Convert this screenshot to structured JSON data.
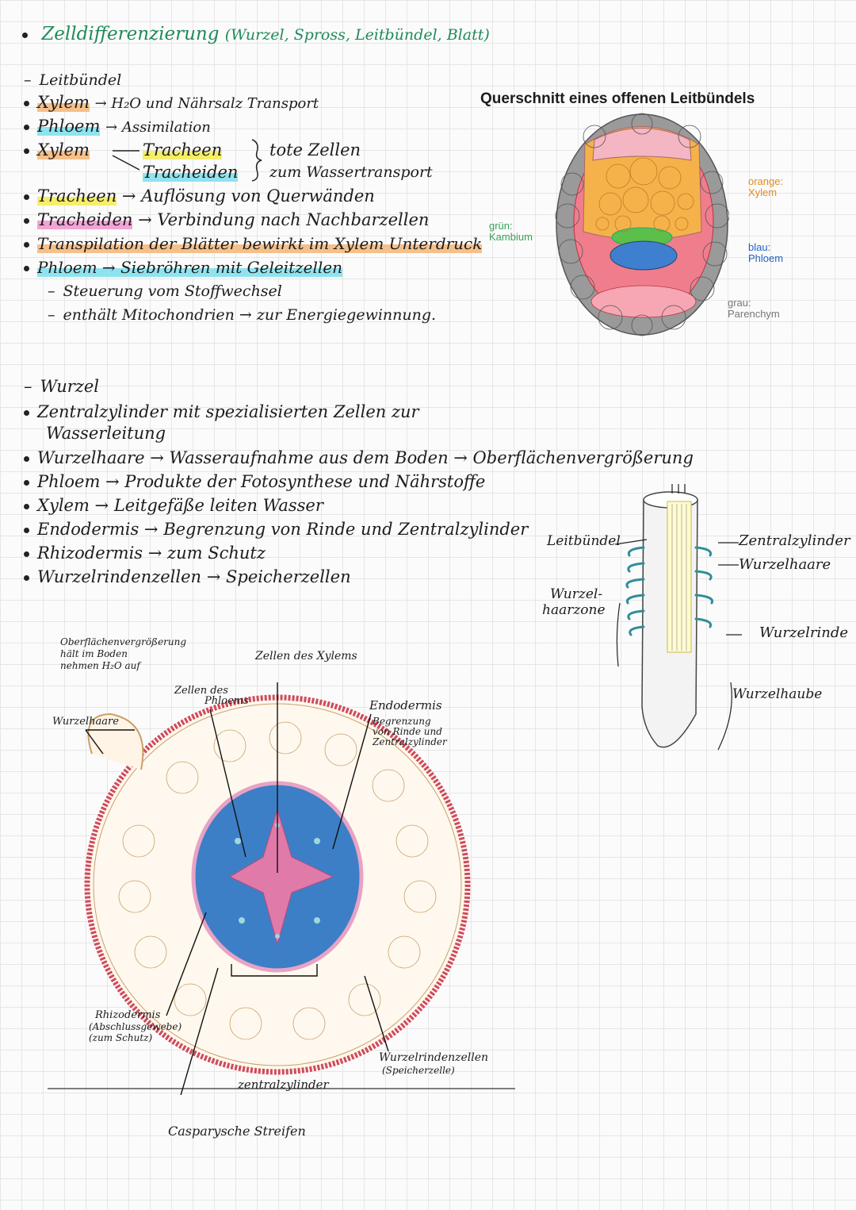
{
  "header": {
    "title": "Zelldifferenzierung",
    "subtitle": "(Wurzel, Spross, Leitbündel, Blatt)"
  },
  "leitbuendel": {
    "heading": "Leitbündel",
    "xylem_label": "Xylem",
    "xylem_text": "→ H₂O und Nährsalz Transport",
    "phloem_label": "Phloem",
    "phloem_text": "→ Assimilation",
    "xylem2_label": "Xylem",
    "tracheen": "Tracheen",
    "tracheiden": "Tracheiden",
    "tote_zellen": "tote Zellen",
    "wassertransport": "zum Wassertransport",
    "tracheen2_label": "Tracheen",
    "tracheen2_text": "→ Auflösung von Querwänden",
    "tracheiden2_label": "Tracheiden",
    "tracheiden2_text": "→ Verbindung nach Nachbarzellen",
    "transpiration": "Transpilation der Blätter bewirkt im Xylem Unterdruck",
    "phloem2": "Phloem → Siebröhren mit Geleitzellen",
    "sub1": "Steuerung vom Stoffwechsel",
    "sub2": "enthält Mitochondrien → zur Energiegewinnung."
  },
  "diagram1": {
    "title": "Querschnitt eines offenen Leitbündels",
    "legend_gruen": "grün:",
    "legend_gruen_val": "Kambium",
    "legend_orange": "orange:",
    "legend_orange_val": "Xylem",
    "legend_blau": "blau:",
    "legend_blau_val": "Phloem",
    "legend_grau": "grau:",
    "legend_grau_val": "Parenchym",
    "colors": {
      "orange": "#f5b24a",
      "blau": "#3f7fd0",
      "gruen": "#5cbf4a",
      "grau": "#9a9a9a",
      "rosa": "#f07d8c"
    }
  },
  "wurzel": {
    "heading": "Wurzel",
    "line1": "Zentralzylinder mit spezialisierten Zellen zur",
    "line1b": "Wasserleitung",
    "line2": "Wurzelhaare → Wasseraufnahme aus dem Boden → Oberflächenvergrößerung",
    "line3": "Phloem → Produkte der Fotosynthese und Nährstoffe",
    "line4": "Xylem → Leitgefäße leiten Wasser",
    "line5": "Endodermis → Begrenzung von Rinde und Zentralzylinder",
    "line6": "Rhizodermis → zum Schutz",
    "line7": "Wurzelrindenzellen → Speicherzellen"
  },
  "diagram2": {
    "leitbuendel": "Leitbündel",
    "wurzelhaarzone1": "Wurzel-",
    "wurzelhaarzone2": "haarzone",
    "zentralzylinder": "Zentralzylinder",
    "wurzelhaare": "Wurzelhaare",
    "wurzelrinde": "Wurzelrinde",
    "wurzelhaube": "Wurzelhaube"
  },
  "diagram3": {
    "note1": "Oberflächenvergrößerung",
    "note2": "hält im Boden",
    "note3": "nehmen H₂O auf",
    "wurzelhaare": "Wurzelhaare",
    "zellen_phloem1": "Zellen des",
    "zellen_phloem2": "Phloems",
    "zellen_xylem": "Zellen des Xylems",
    "endodermis": "Endodermis",
    "endo_sub1": "Begrenzung",
    "endo_sub2": "von Rinde und",
    "endo_sub3": "Zentralzylinder",
    "rhizodermis": "Rhizodermis",
    "rhizo_sub1": "(Abschlussgewebe)",
    "rhizo_sub2": "(zum Schutz)",
    "rindenzellen": "Wurzelrindenzellen",
    "rinden_sub": "(Speicherzelle)",
    "zentralzylinder": "zentralzylinder",
    "caspary": "Casparysche Streifen"
  }
}
